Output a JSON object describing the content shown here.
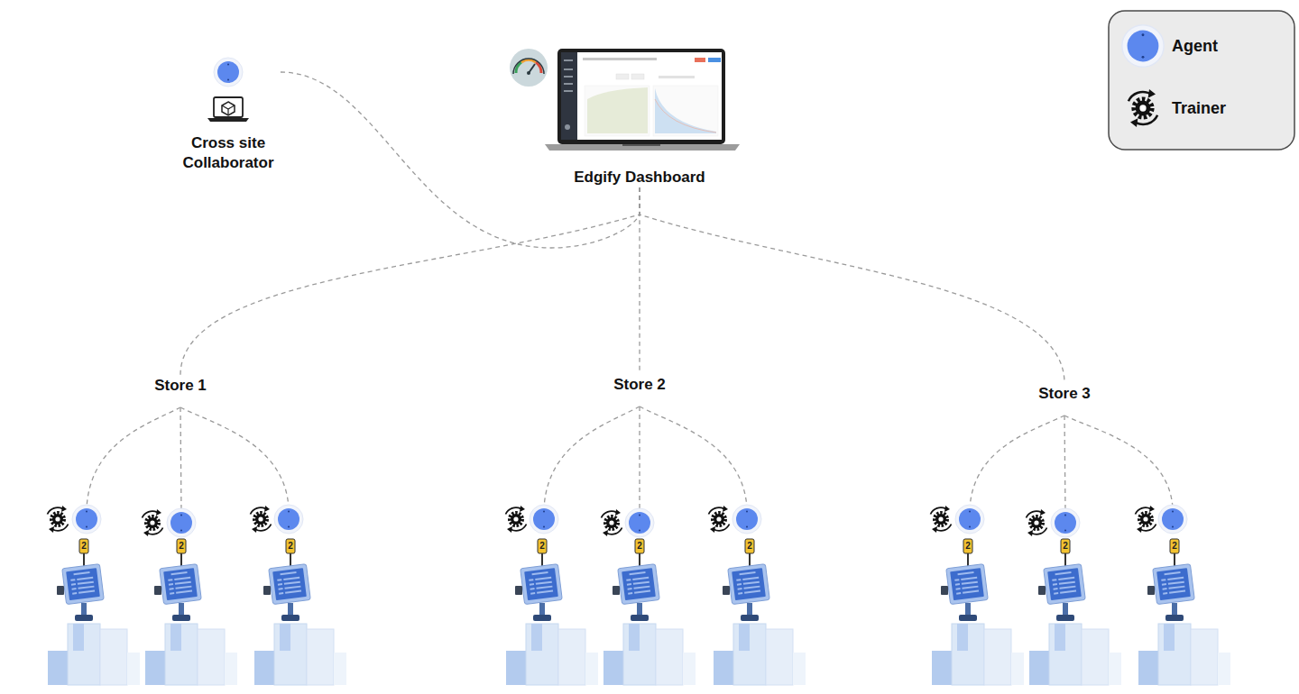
{
  "diagram": {
    "nodes": [
      {
        "text": [
          "Cross site Collaborator"
        ]
      },
      {
        "text": [
          "Edgify Dashboard"
        ]
      },
      {
        "text": [
          "Store 1"
        ]
      },
      {
        "text": [
          "Store 2"
        ]
      },
      {
        "text": [
          "Store 3"
        ]
      }
    ],
    "edges": [
      {
        "from": 0,
        "to": 1,
        "arrow": "none"
      },
      {
        "from": 1,
        "to": 2,
        "arrow": "none"
      },
      {
        "from": 1,
        "to": 3,
        "arrow": "none"
      },
      {
        "from": 1,
        "to": 4,
        "arrow": "none"
      }
    ],
    "labels": [
      "2",
      "2",
      "2",
      "2",
      "2",
      "2",
      "2",
      "2",
      "2"
    ],
    "legend": [
      {
        "text": "Agent"
      },
      {
        "text": "Trainer"
      }
    ]
  }
}
